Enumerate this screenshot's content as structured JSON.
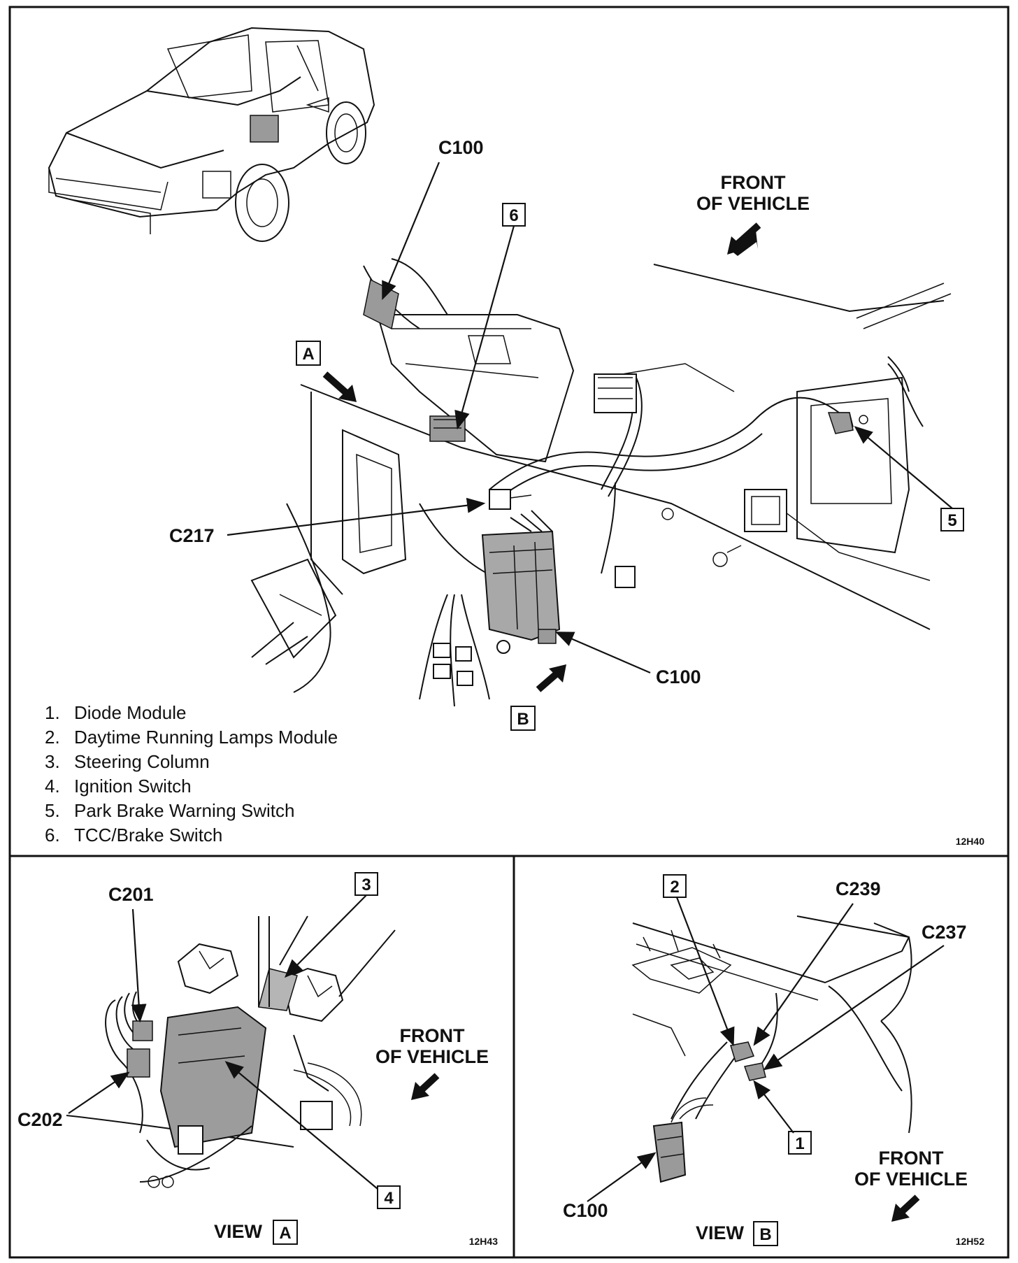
{
  "main": {
    "c100_top": "C100",
    "callout_6": "6",
    "front_line1": "FRONT",
    "front_line2": "OF VEHICLE",
    "callout_a": "A",
    "c217": "C217",
    "callout_5": "5",
    "c100_bottom": "C100",
    "callout_b": "B",
    "legend": [
      {
        "num": "1.",
        "text": "Diode Module"
      },
      {
        "num": "2.",
        "text": "Daytime Running Lamps Module"
      },
      {
        "num": "3.",
        "text": "Steering Column"
      },
      {
        "num": "4.",
        "text": "Ignition Switch"
      },
      {
        "num": "5.",
        "text": "Park Brake Warning Switch"
      },
      {
        "num": "6.",
        "text": "TCC/Brake Switch"
      }
    ],
    "code": "12H40"
  },
  "view_a": {
    "c201": "C201",
    "c202": "C202",
    "callout_3": "3",
    "callout_4": "4",
    "front_line1": "FRONT",
    "front_line2": "OF VEHICLE",
    "view_word": "VIEW",
    "view_letter": "A",
    "code": "12H43"
  },
  "view_b": {
    "callout_2": "2",
    "c239": "C239",
    "c237": "C237",
    "callout_1": "1",
    "c100": "C100",
    "front_line1": "FRONT",
    "front_line2": "OF VEHICLE",
    "view_word": "VIEW",
    "view_letter": "B",
    "code": "12H52"
  },
  "arrow_icons": [
    "arrow-down-left-icon",
    "arrow-down-right-icon",
    "arrow-up-right-icon"
  ]
}
